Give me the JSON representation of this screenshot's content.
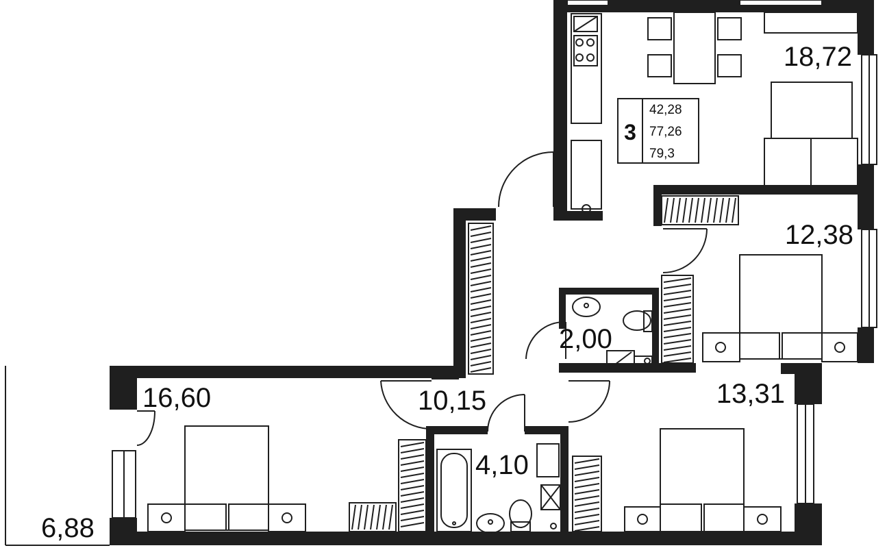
{
  "rooms": [
    {
      "id": "kitchen_living",
      "area": "18,72"
    },
    {
      "id": "bedroom_1",
      "area": "12,38"
    },
    {
      "id": "wc",
      "area": "2,00"
    },
    {
      "id": "bedroom_2",
      "area": "16,60"
    },
    {
      "id": "hallway",
      "area": "10,15"
    },
    {
      "id": "bathroom",
      "area": "4,10"
    },
    {
      "id": "bedroom_3",
      "area": "13,31"
    },
    {
      "id": "loggia",
      "area": "6,88"
    }
  ],
  "summary": {
    "room_count": "3",
    "living_area": "42,28",
    "total_area": "77,26",
    "total_area_with_loggia": "79,3"
  },
  "colors": {
    "wall": "#1f1f1f",
    "background": "#ffffff"
  }
}
